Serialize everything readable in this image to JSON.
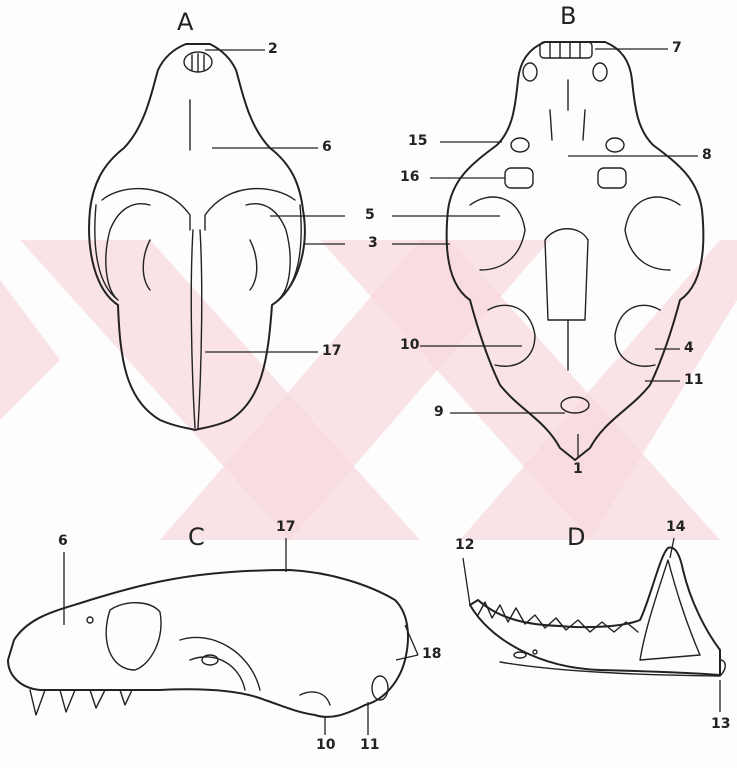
{
  "panels": {
    "a": "A",
    "b": "B",
    "c": "C",
    "d": "D"
  },
  "numbers": {
    "a_2": "2",
    "a_6": "6",
    "a_5": "5",
    "a_3": "3",
    "a_17": "17",
    "b_7": "7",
    "b_15": "15",
    "b_8": "8",
    "b_16": "16",
    "b_10": "10",
    "b_4": "4",
    "b_11": "11",
    "b_9": "9",
    "b_1": "1",
    "c_17": "17",
    "c_6": "6",
    "c_18": "18",
    "c_10": "10",
    "c_11": "11",
    "d_12": "12",
    "d_14": "14",
    "d_13": "13"
  },
  "colors": {
    "ink": "#222222",
    "watermark": "#f7d9dd"
  }
}
